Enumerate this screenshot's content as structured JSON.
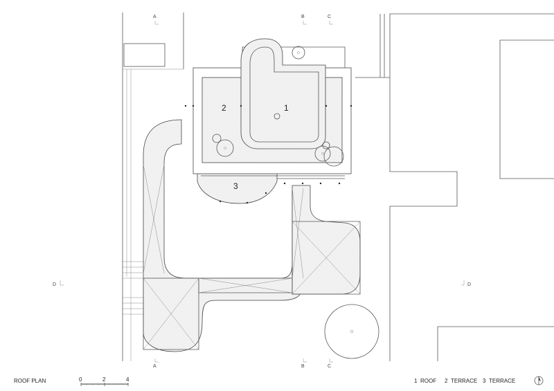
{
  "drawing": {
    "title": "ROOF PLAN",
    "scale": {
      "ticks": [
        "0",
        "2",
        "4"
      ]
    },
    "legend": [
      {
        "num": "1",
        "text": "ROOF"
      },
      {
        "num": "2",
        "text": "TERRACE"
      },
      {
        "num": "3",
        "text": "TERRACE"
      }
    ],
    "area_labels": {
      "roof": "1",
      "terrace_upper": "2",
      "terrace_lower": "3"
    },
    "section_marks": {
      "a_top": "A",
      "b_top": "B",
      "c_top": "C",
      "d_left": "D",
      "d_right": "D",
      "a_bottom": "A",
      "b_bottom": "B",
      "c_bottom": "C"
    },
    "north_arrow": "north-arrow-icon"
  }
}
